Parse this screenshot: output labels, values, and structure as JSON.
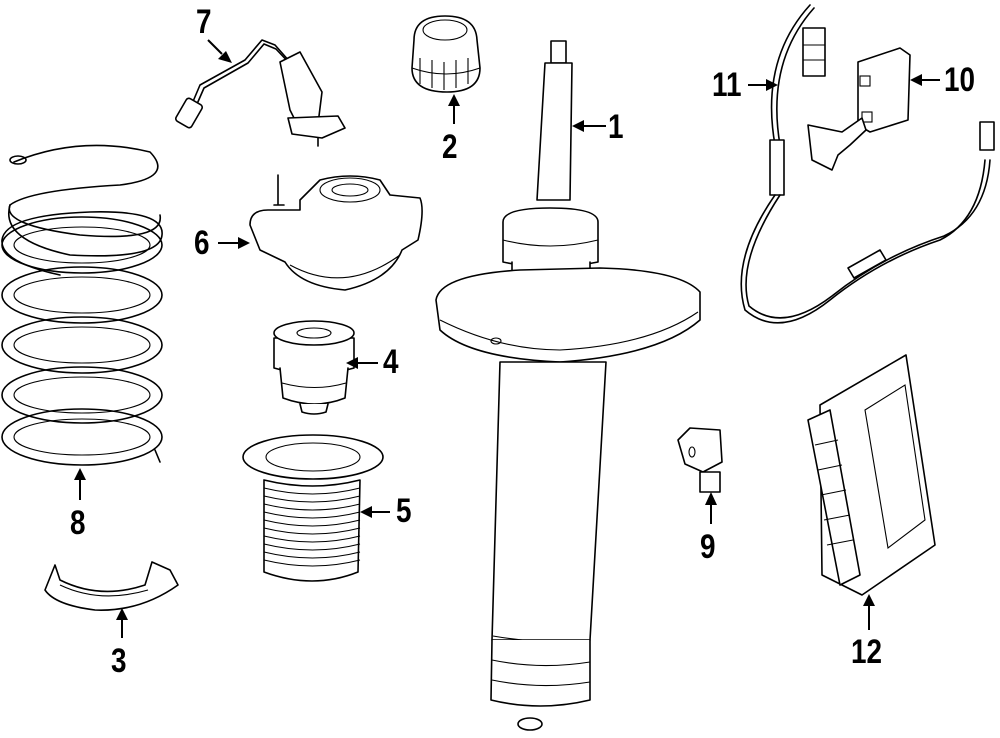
{
  "diagram": {
    "type": "exploded-parts-diagram",
    "subject": "suspension strut assembly",
    "colors": {
      "ink": "#000000",
      "background": "#ffffff"
    },
    "callouts": [
      {
        "id": "1",
        "label": "1",
        "part": "strut"
      },
      {
        "id": "2",
        "label": "2",
        "part": "strut cap"
      },
      {
        "id": "3",
        "label": "3",
        "part": "spring seat insulator"
      },
      {
        "id": "4",
        "label": "4",
        "part": "bump stop"
      },
      {
        "id": "5",
        "label": "5",
        "part": "dust boot"
      },
      {
        "id": "6",
        "label": "6",
        "part": "strut mount"
      },
      {
        "id": "7",
        "label": "7",
        "part": "wire harness sensor"
      },
      {
        "id": "8",
        "label": "8",
        "part": "coil spring"
      },
      {
        "id": "9",
        "label": "9",
        "part": "height sensor"
      },
      {
        "id": "10",
        "label": "10",
        "part": "control module bracket"
      },
      {
        "id": "11",
        "label": "11",
        "part": "sensor wire"
      },
      {
        "id": "12",
        "label": "12",
        "part": "control module"
      }
    ]
  }
}
